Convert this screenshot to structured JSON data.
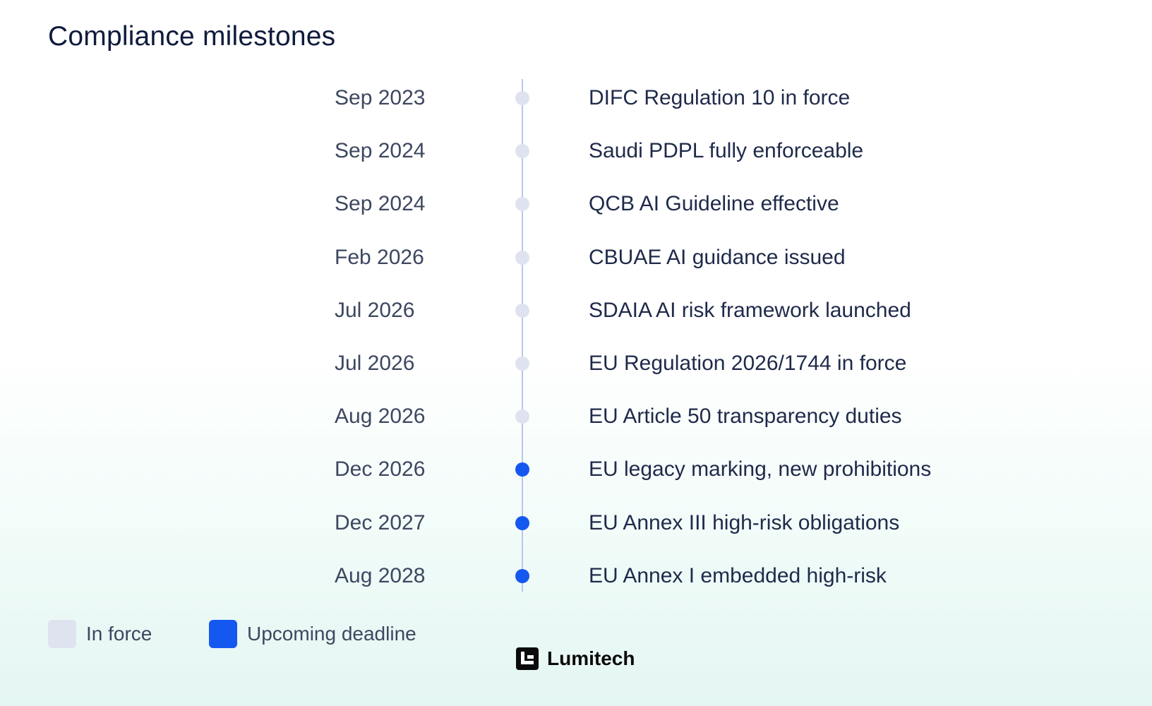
{
  "title": "Compliance milestones",
  "colors": {
    "in_force": "#dfe3f0",
    "upcoming": "#1558f0",
    "axis": "#b8c7e8"
  },
  "milestones": [
    {
      "date": "Sep 2023",
      "event": "DIFC Regulation 10 in force",
      "status": "in_force"
    },
    {
      "date": "Sep 2024",
      "event": "Saudi PDPL fully enforceable",
      "status": "in_force"
    },
    {
      "date": "Sep 2024",
      "event": "QCB AI Guideline effective",
      "status": "in_force"
    },
    {
      "date": "Feb 2026",
      "event": "CBUAE AI guidance issued",
      "status": "in_force"
    },
    {
      "date": "Jul 2026",
      "event": "SDAIA AI risk framework launched",
      "status": "in_force"
    },
    {
      "date": "Jul 2026",
      "event": "EU Regulation 2026/1744 in force",
      "status": "in_force"
    },
    {
      "date": "Aug 2026",
      "event": "EU Article 50 transparency duties",
      "status": "in_force"
    },
    {
      "date": "Dec 2026",
      "event": "EU legacy marking, new prohibitions",
      "status": "upcoming"
    },
    {
      "date": "Dec 2027",
      "event": "EU Annex III high-risk obligations",
      "status": "upcoming"
    },
    {
      "date": "Aug 2028",
      "event": "EU Annex I embedded high-risk",
      "status": "upcoming"
    }
  ],
  "legend": {
    "in_force_label": "In force",
    "upcoming_label": "Upcoming deadline"
  },
  "brand": {
    "name": "Lumitech",
    "logo_icon": "lumitech-logo-icon"
  }
}
